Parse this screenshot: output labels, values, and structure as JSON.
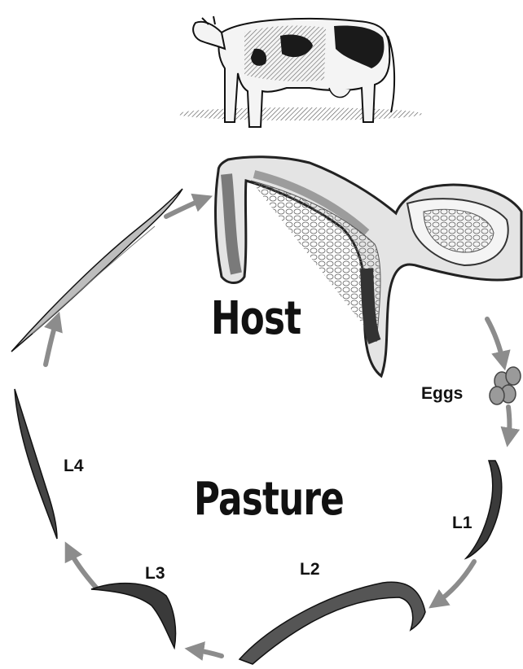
{
  "diagram": {
    "type": "life-cycle",
    "center_labels": {
      "host": "Host",
      "pasture": "Pasture"
    },
    "stages": [
      {
        "id": "eggs",
        "label": "Eggs"
      },
      {
        "id": "l1",
        "label": "L1"
      },
      {
        "id": "l2",
        "label": "L2"
      },
      {
        "id": "l3",
        "label": "L3"
      },
      {
        "id": "l4",
        "label": "L4"
      }
    ],
    "cycle_order": [
      "adult",
      "eggs",
      "l1",
      "l2",
      "l3",
      "l4",
      "adult"
    ],
    "colors": {
      "ink": "#111111",
      "arrow": "#8c8c8c",
      "worm_fill": "#3a3a3a",
      "adult_fill": "#d8d8d8",
      "cow_patch": "#1a1a1a"
    },
    "icons": [
      "cow-illustration",
      "adult-worm-illustration",
      "egg-cluster-icon",
      "larva-icon"
    ]
  }
}
